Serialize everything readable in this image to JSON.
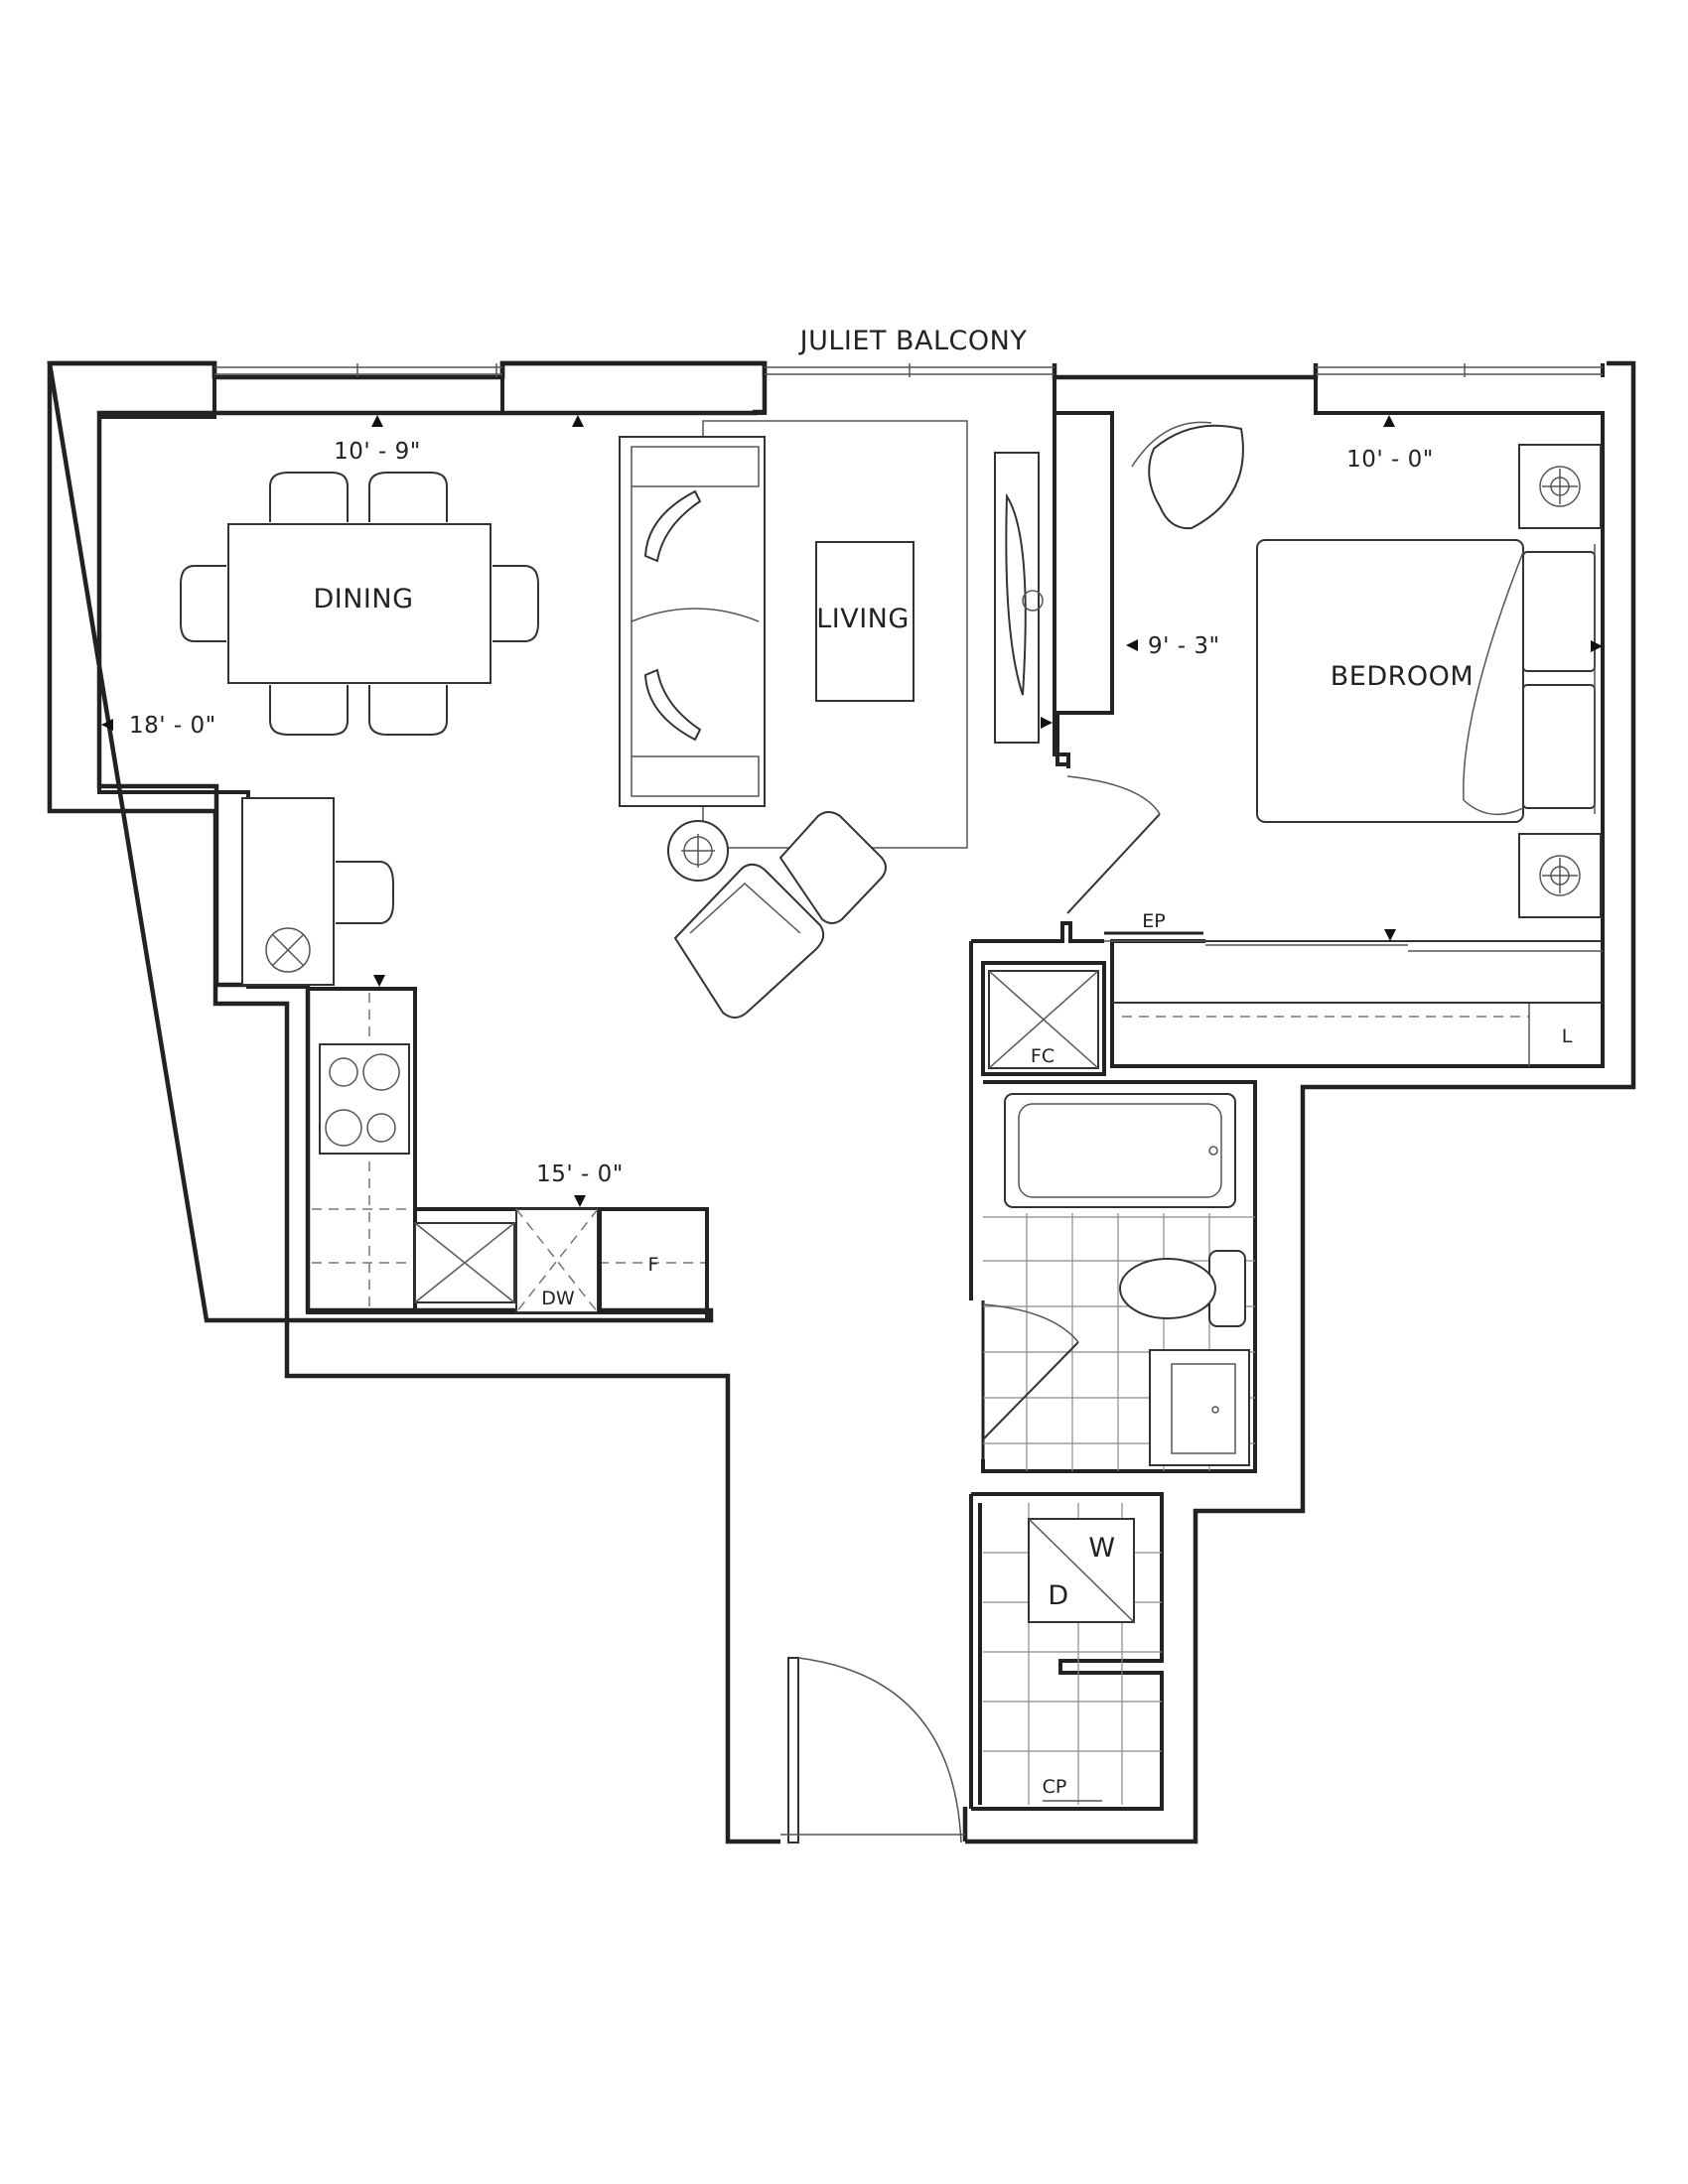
{
  "plan": {
    "balcony_label": "JULIET BALCONY",
    "rooms": {
      "dining": "DINING",
      "living": "LIVING",
      "bedroom": "BEDROOM"
    },
    "dimensions": {
      "dining_width": "10' - 9\"",
      "dining_depth": "18' - 0\"",
      "bedroom_width": "10' - 0\"",
      "bedroom_depth": "9' - 3\"",
      "kitchen_length": "15' - 0\""
    },
    "fixtures": {
      "dishwasher": "DW",
      "fridge": "F",
      "furnace_closet": "FC",
      "electrical_panel": "EP",
      "linen": "L",
      "washer": "W",
      "dryer": "D",
      "coat_closet": "CP"
    }
  }
}
